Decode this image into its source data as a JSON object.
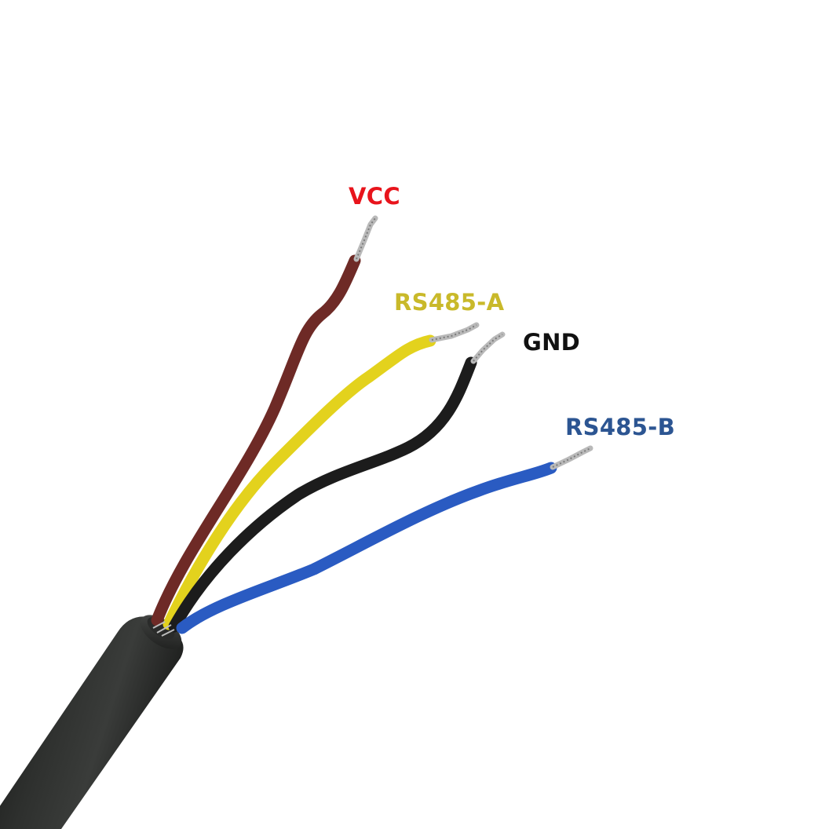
{
  "wires": [
    {
      "id": "vcc",
      "label": "VCC",
      "label_color": "#e8141c",
      "insulation_color": "#6e2a26"
    },
    {
      "id": "rs485a",
      "label": "RS485-A",
      "label_color": "#c9b92a",
      "insulation_color": "#e3d21d"
    },
    {
      "id": "gnd",
      "label": "GND",
      "label_color": "#111111",
      "insulation_color": "#1c1c1c"
    },
    {
      "id": "rs485b",
      "label": "RS485-B",
      "label_color": "#2c5592",
      "insulation_color": "#2a5bc2"
    }
  ],
  "colors": {
    "background": "#ffffff",
    "cable_jacket": "#262826",
    "conductor": "#c8c8c8"
  }
}
